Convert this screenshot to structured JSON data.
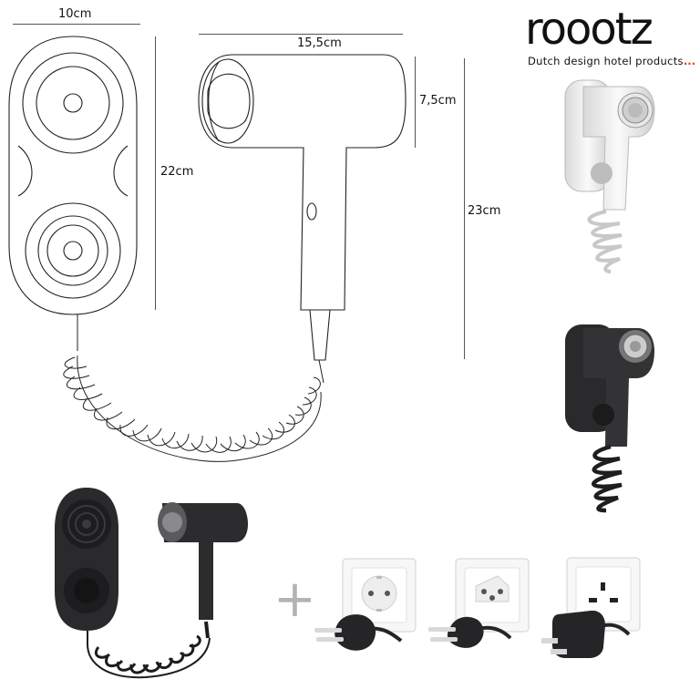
{
  "brand": {
    "name": "roootz",
    "tagline": "Dutch design hotel products",
    "tagline_dots": "...",
    "accent_color": "#e2501e"
  },
  "dimensions": {
    "holder_width": "10cm",
    "holder_height": "22cm",
    "dryer_width": "15,5cm",
    "dryer_head_height": "7,5cm",
    "dryer_total_height": "23cm"
  },
  "plus_sign": "+",
  "icons": [
    "hair-dryer-holder-outline",
    "hair-dryer-outline",
    "coiled-cord",
    "white-dryer-photo",
    "black-dryer-photo",
    "black-set-photo",
    "eu-plug",
    "swiss-plug",
    "uk-plug"
  ],
  "colors": {
    "product_black": "#2a2a2c",
    "product_white": "#f0f0f0",
    "outline": "#222222"
  }
}
